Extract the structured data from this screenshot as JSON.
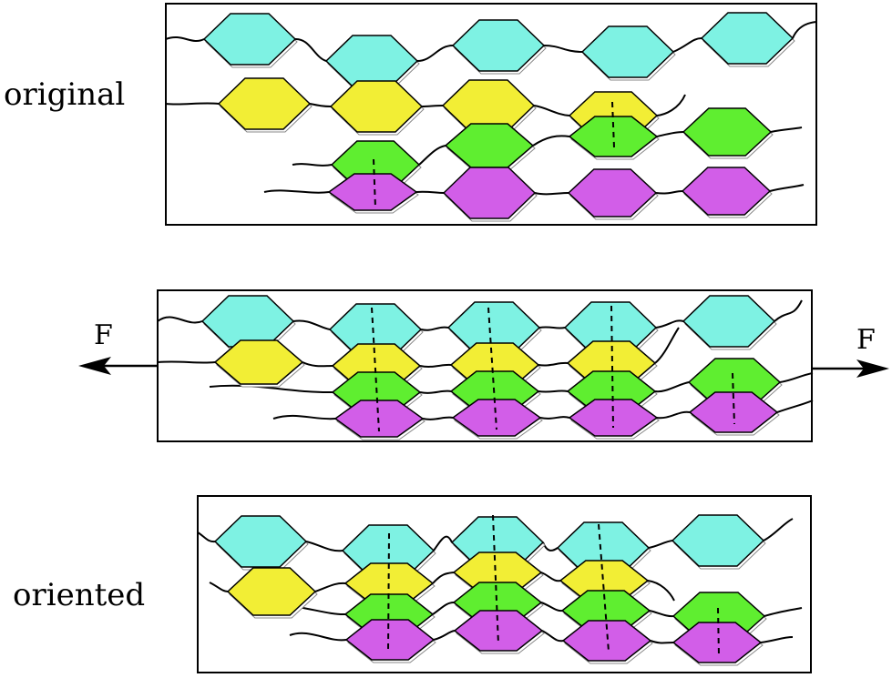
{
  "labels": {
    "original": "original",
    "oriented": "oriented",
    "force_left": "F",
    "force_right": "F"
  },
  "colors": {
    "cyan": "#7ef2e3",
    "yellow": "#f2ee35",
    "green": "#5fee30",
    "magenta": "#d25ee8",
    "outline": "#000000"
  },
  "icons": {
    "force_left": "arrow-left-icon",
    "force_right": "arrow-right-icon"
  }
}
